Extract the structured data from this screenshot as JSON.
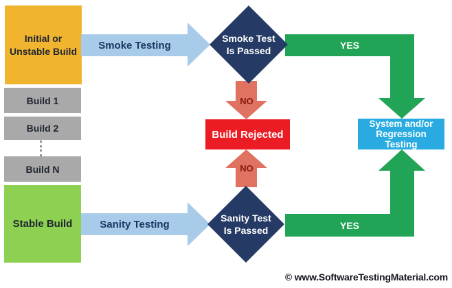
{
  "colors": {
    "yellow": "#F0B42F",
    "gray": "#A9A9A9",
    "lime": "#8DD052",
    "lightblue": "#A9CBEA",
    "navy": "#253A64",
    "green": "#22A456",
    "salmon": "#DF7260",
    "red": "#EC1C24",
    "skyblue": "#29ABE2"
  },
  "left_column": {
    "initial_build_label": "Initial or Unstable Build",
    "builds": [
      {
        "label": "Build 1"
      },
      {
        "label": "Build 2"
      },
      {
        "label": "Build N"
      }
    ],
    "stable_build_label": "Stable Build"
  },
  "flow_labels": {
    "smoke_testing": "Smoke Testing",
    "sanity_testing": "Sanity Testing",
    "yes_top": "YES",
    "yes_bottom": "YES",
    "no_top": "NO",
    "no_bottom": "NO"
  },
  "decisions": {
    "smoke_test": "Smoke Test Is Passed",
    "sanity_test": "Sanity Test Is Passed"
  },
  "outcomes": {
    "build_rejected": "Build Rejected",
    "system_regression": "System and/or Regression Testing"
  },
  "footer": {
    "copyright": "© www.SoftwareTestingMaterial.com"
  }
}
